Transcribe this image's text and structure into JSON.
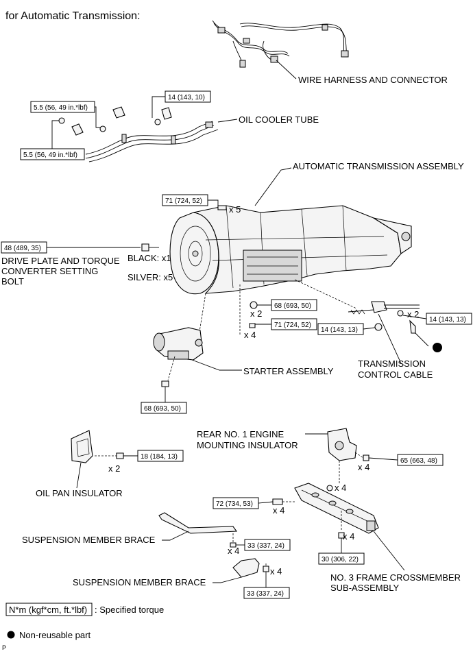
{
  "heading": "for Automatic Transmission:",
  "labels": {
    "wire_harness": "WIRE HARNESS AND CONNECTOR",
    "oil_cooler_tube": "OIL COOLER TUBE",
    "at_assembly": "AUTOMATIC TRANSMISSION ASSEMBLY",
    "drive_plate_1": "DRIVE PLATE AND TORQUE",
    "drive_plate_2": "CONVERTER SETTING",
    "drive_plate_3": "BOLT",
    "black": "BLACK: x1",
    "silver": "SILVER: x5",
    "tcc_1": "TRANSMISSION",
    "tcc_2": "CONTROL CABLE",
    "starter": "STARTER ASSEMBLY",
    "rear_mount_1": "REAR NO. 1 ENGINE",
    "rear_mount_2": "MOUNTING INSULATOR",
    "oil_pan_insulator": "OIL PAN INSULATOR",
    "susp_brace_1": "SUSPENSION MEMBER BRACE",
    "susp_brace_2": "SUSPENSION MEMBER BRACE",
    "crossmember_1": "NO. 3 FRAME CROSSMEMBER",
    "crossmember_2": "SUB-ASSEMBLY"
  },
  "torques": {
    "t_55_top": "5.5 (56, 49 in.*lbf)",
    "t_55_bottom": "5.5 (56, 49 in.*lbf)",
    "t_14_cooler": "14 (143, 10)",
    "t_71_top": "71 (724, 52)",
    "t_48": "48 (489, 35)",
    "t_68_mid": "68 (693, 50)",
    "t_71_mid": "71 (724, 52)",
    "t_14_nut": "14 (143, 13)",
    "t_14_cable": "14 (143, 13)",
    "t_68_starter": "68 (693, 50)",
    "t_18": "18 (184, 13)",
    "t_65": "65 (663, 48)",
    "t_72": "72 (734, 53)",
    "t_33_a": "33 (337, 24)",
    "t_30": "30 (306, 22)",
    "t_33_b": "33 (337, 24)"
  },
  "counts": {
    "x5_top": "x 5",
    "x2_mid": "x 2",
    "x4_mid": "x 4",
    "x2_cable": "x 2",
    "x2_opi": "x 2",
    "x4_mount": "x 4",
    "x4_cm_top": "x 4",
    "x4_72": "x 4",
    "x4_33a": "x 4",
    "x4_cm_bot": "x 4",
    "x4_33b": "x 4"
  },
  "legend": {
    "unit_box": "N*m (kgf*cm, ft.*lbf)",
    "unit_desc": ": Specified torque",
    "nonreusable": "Non-reusable part"
  },
  "footer_code": "P",
  "icons": [
    "non-reusable-dot-icon"
  ]
}
